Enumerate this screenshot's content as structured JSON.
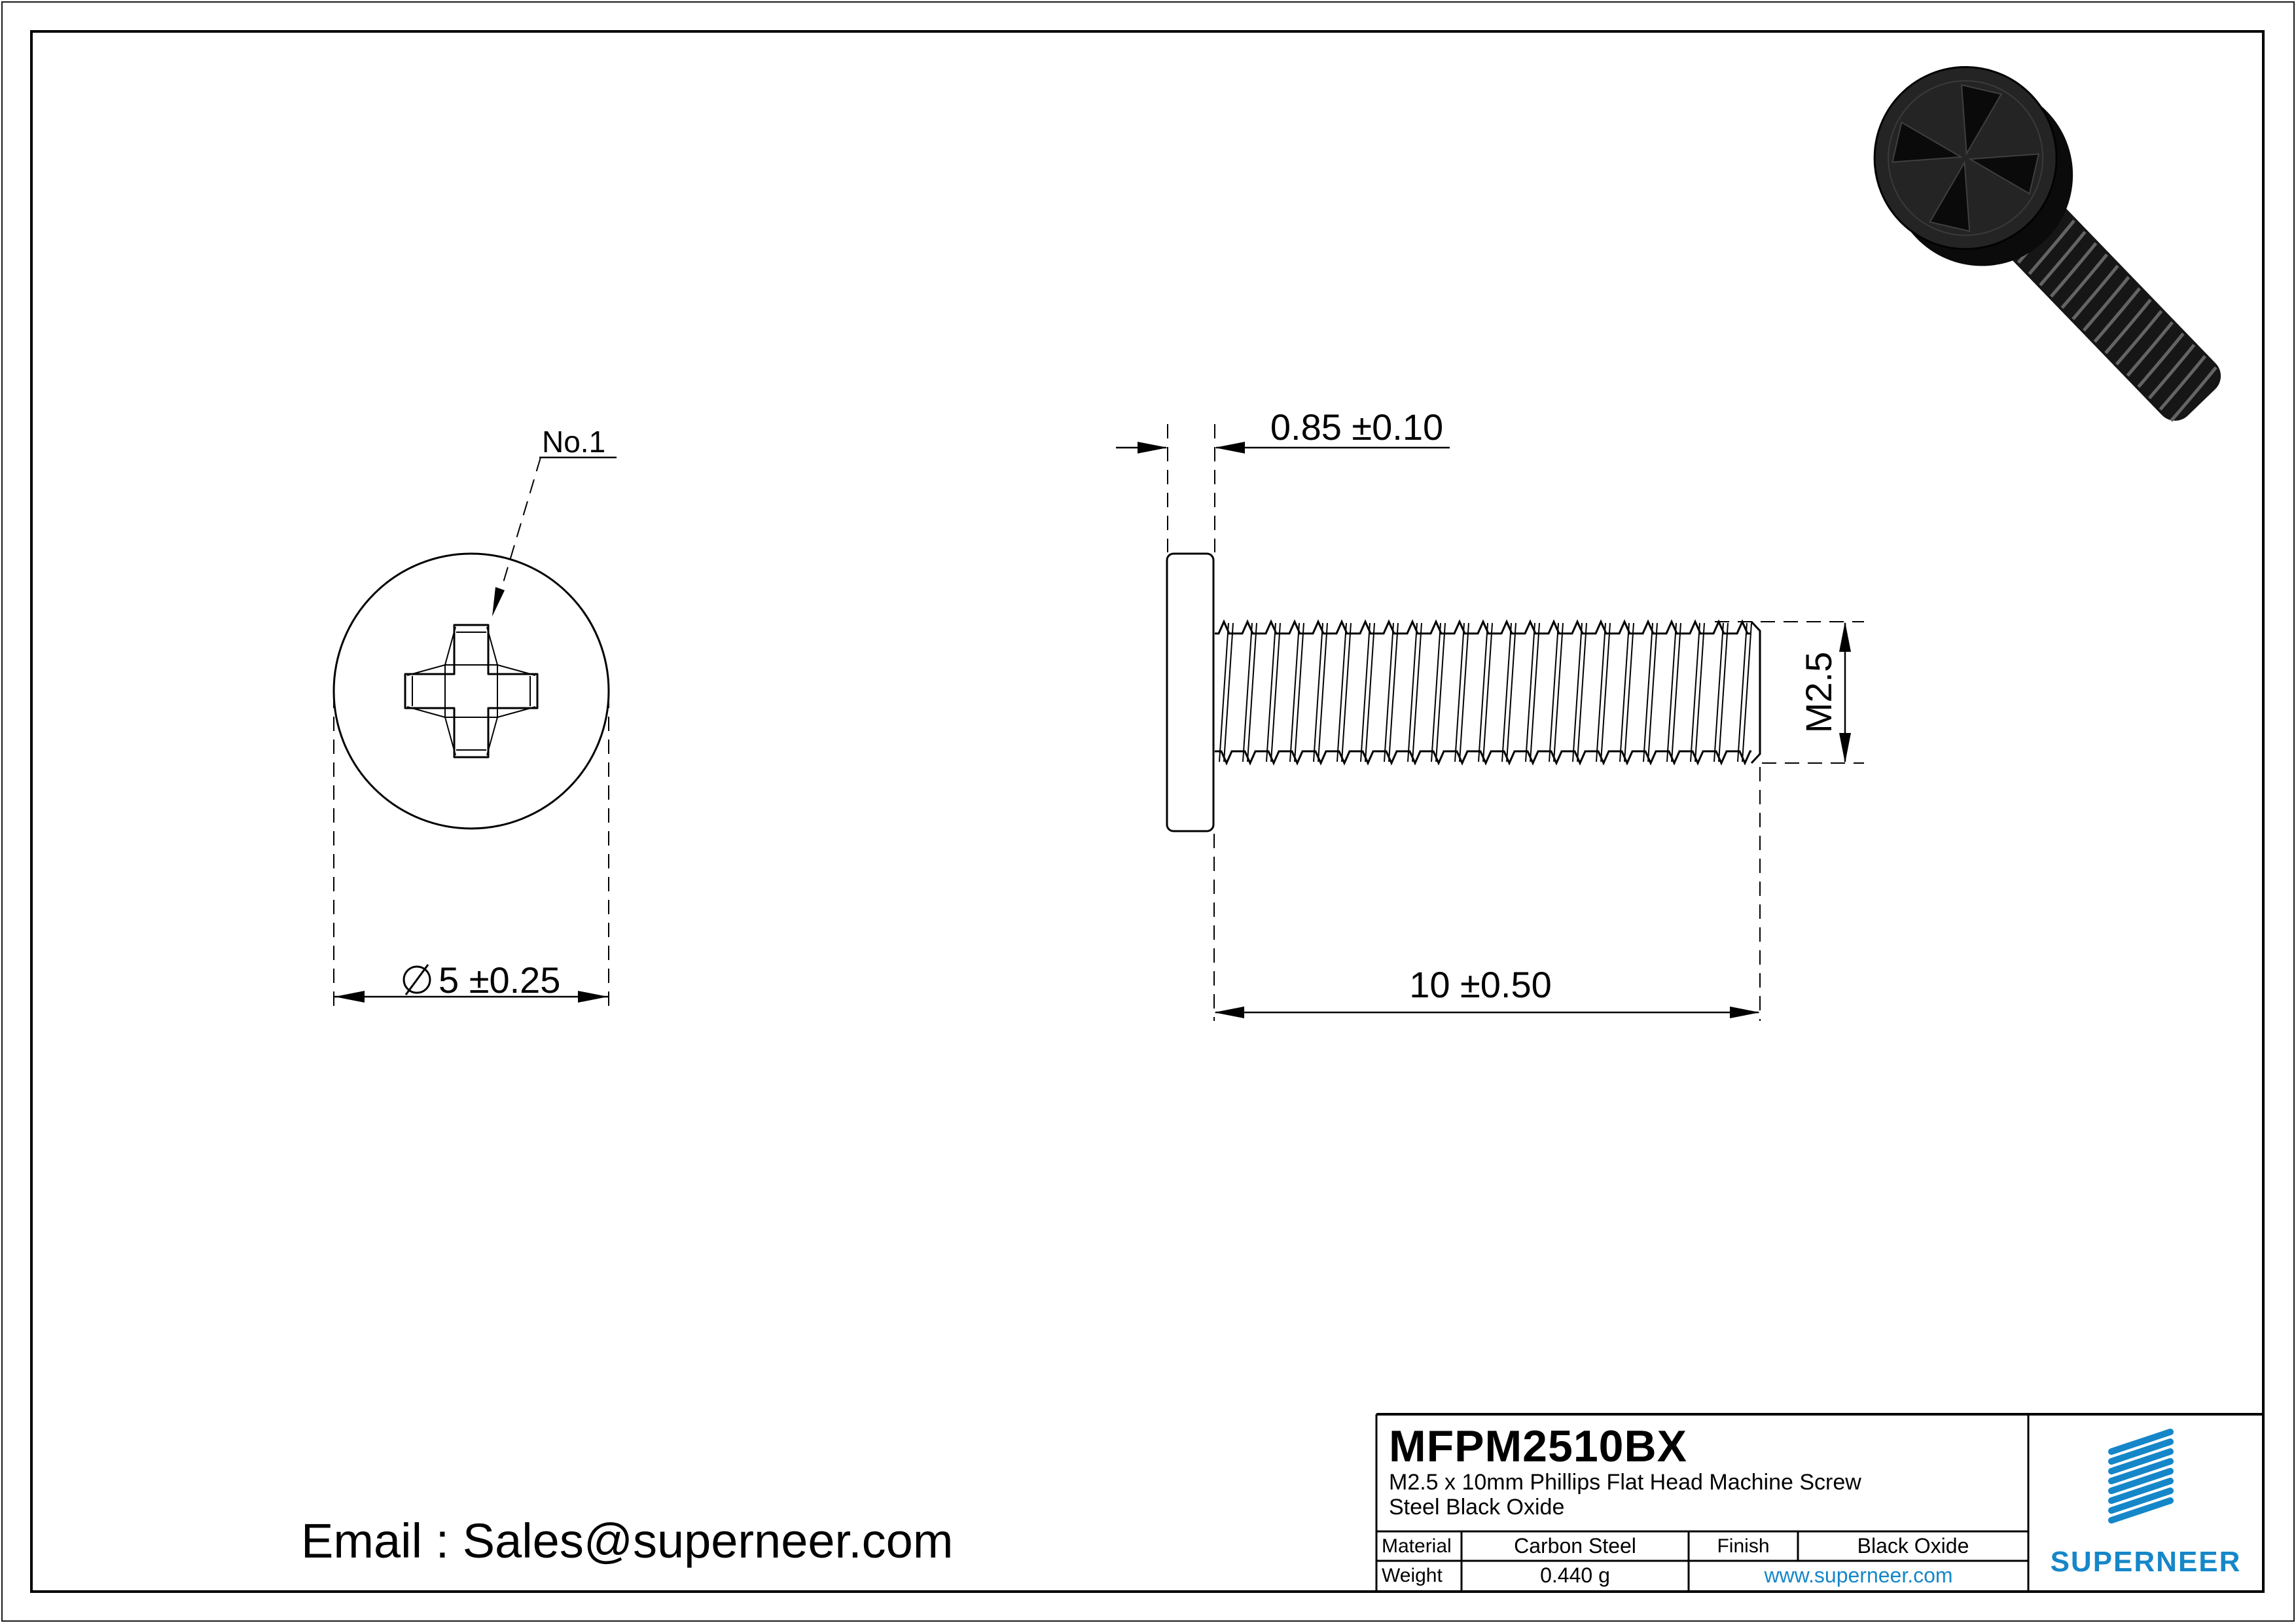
{
  "drawing": {
    "front_view": {
      "callout": "No.1",
      "dia_dim": "5 ±0.25"
    },
    "side_view": {
      "head_dim": "0.85 ±0.10",
      "thread_dim": "M2.5",
      "length_dim": "10 ±0.50"
    }
  },
  "title_block": {
    "part_number": "MFPM2510BX",
    "description_line1": "M2.5 x 10mm Phillips Flat Head Machine Screw",
    "description_line2": "Steel Black Oxide",
    "material_label": "Material",
    "material_value": "Carbon Steel",
    "finish_label": "Finish",
    "finish_value": "Black Oxide",
    "weight_label": "Weight",
    "weight_value": "0.440 g",
    "website": "www.superneer.com",
    "brand": "SUPERNEER"
  },
  "footer": {
    "email": "Email : Sales@superneer.com"
  },
  "colors": {
    "accent_blue": "#1587c9",
    "line": "#000000"
  }
}
